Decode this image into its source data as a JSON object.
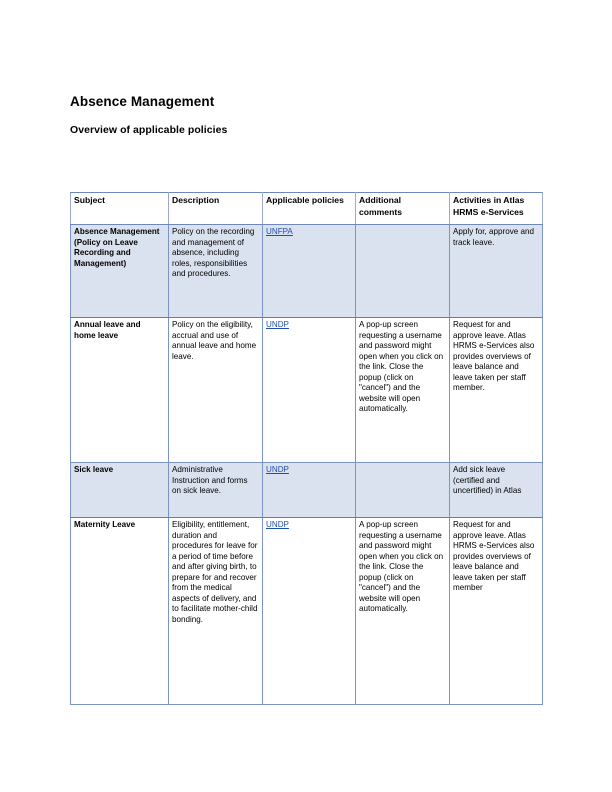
{
  "document": {
    "title": "Absence Management",
    "subtitle": "Overview of applicable policies"
  },
  "table": {
    "headers": [
      "Subject",
      "Description",
      "Applicable policies",
      "Additional comments",
      "Activities in Atlas HRMS e-Services"
    ],
    "rows": [
      {
        "subject": "Absence Management (Policy on Leave Recording and Management)",
        "description": "Policy on the recording and management of absence, including roles, responsibilities and procedures.",
        "applicable_policies": "UNFPA",
        "additional_comments": "",
        "activities": "Apply for, approve and track leave.",
        "shaded": true
      },
      {
        "subject": "Annual leave and home leave",
        "description": "Policy on the eligibility, accrual and use of annual leave and home leave.",
        "applicable_policies": "UNDP",
        "additional_comments": "A pop-up screen requesting a username and password might open when you click on the link. Close the popup (click on \"cancel\") and the website will open automatically.",
        "activities": "Request for and approve leave. Atlas HRMS e-Services also provides overviews of leave balance and leave taken per staff member.",
        "shaded": false
      },
      {
        "subject": "Sick leave",
        "description": "Administrative Instruction and forms on sick leave.",
        "applicable_policies": "UNDP",
        "additional_comments": "",
        "activities": "Add sick leave (certified and uncertified) in Atlas",
        "shaded": true
      },
      {
        "subject": "Maternity Leave",
        "description": "Eligibility, entitlement, duration and procedures for leave for a period of time before and after giving birth, to prepare for and recover from the medical aspects of delivery, and to facilitate mother-child bonding.",
        "applicable_policies": "UNDP",
        "additional_comments": "A pop-up screen requesting a username and password might open when you click on the link. Close the popup (click on \"cancel\") and the website will open automatically.",
        "activities": "Request for and approve leave. Atlas HRMS e-Services also provides overviews of leave balance and leave taken per staff member",
        "shaded": false
      }
    ]
  },
  "colors": {
    "shaded_row_background": "#dbe2ef",
    "table_border": "#7b94c4",
    "shaded_row_border": "#9c6b6b",
    "link": "#1f4fa8",
    "page_background": "#ffffff"
  }
}
